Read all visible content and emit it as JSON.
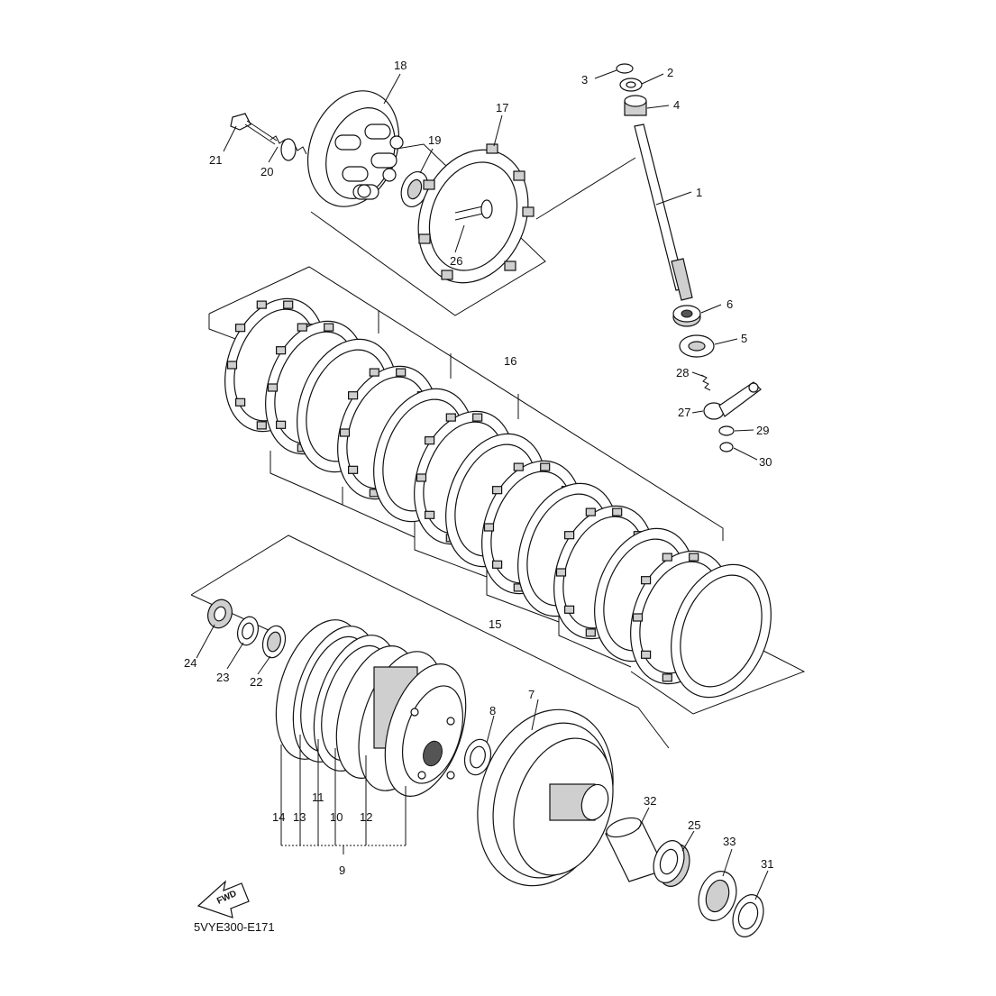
{
  "diagram": {
    "code": "5VYE300-E171",
    "fwd_label": "FWD",
    "callouts": [
      {
        "id": "1",
        "label": "1"
      },
      {
        "id": "2",
        "label": "2"
      },
      {
        "id": "3",
        "label": "3"
      },
      {
        "id": "4",
        "label": "4"
      },
      {
        "id": "5",
        "label": "5"
      },
      {
        "id": "6",
        "label": "6"
      },
      {
        "id": "7",
        "label": "7"
      },
      {
        "id": "8",
        "label": "8"
      },
      {
        "id": "9",
        "label": "9"
      },
      {
        "id": "10",
        "label": "10"
      },
      {
        "id": "11",
        "label": "11"
      },
      {
        "id": "12",
        "label": "12"
      },
      {
        "id": "13",
        "label": "13"
      },
      {
        "id": "14",
        "label": "14"
      },
      {
        "id": "15",
        "label": "15"
      },
      {
        "id": "16",
        "label": "16"
      },
      {
        "id": "17",
        "label": "17"
      },
      {
        "id": "18",
        "label": "18"
      },
      {
        "id": "19",
        "label": "19"
      },
      {
        "id": "20",
        "label": "20"
      },
      {
        "id": "21",
        "label": "21"
      },
      {
        "id": "22",
        "label": "22"
      },
      {
        "id": "23",
        "label": "23"
      },
      {
        "id": "24",
        "label": "24"
      },
      {
        "id": "25",
        "label": "25"
      },
      {
        "id": "26",
        "label": "26"
      },
      {
        "id": "27",
        "label": "27"
      },
      {
        "id": "28",
        "label": "28"
      },
      {
        "id": "29",
        "label": "29"
      },
      {
        "id": "30",
        "label": "30"
      },
      {
        "id": "31",
        "label": "31"
      },
      {
        "id": "32",
        "label": "32"
      },
      {
        "id": "33",
        "label": "33"
      }
    ]
  }
}
